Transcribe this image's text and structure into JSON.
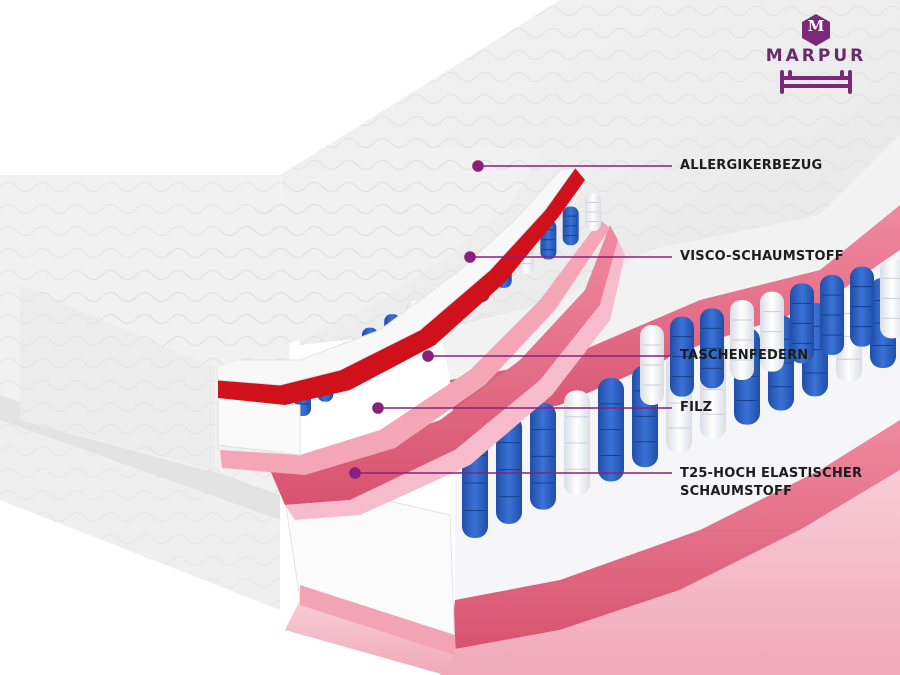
{
  "brand": {
    "name": "MARPUR",
    "monogram": "M",
    "color": "#7a2a78"
  },
  "layers": [
    {
      "id": "cover",
      "label": "ALLERGIKERBEZUG"
    },
    {
      "id": "visco",
      "label": "VISCO-SCHAUMSTOFF"
    },
    {
      "id": "springs",
      "label": "TASCHENFEDERN"
    },
    {
      "id": "felt",
      "label": "FILZ"
    },
    {
      "id": "foam",
      "label_line1": "T25-HOCH ELASTISCHER",
      "label_line2": "SCHAUMSTOFF"
    }
  ],
  "colors": {
    "callout": "#8a1f7e",
    "spring_blue": "#2d5fbf",
    "spring_white": "#f1f3f7",
    "red_layer": "#d0111b",
    "pink_foam": "#e97d95",
    "pink_light": "#f6c1cb"
  }
}
